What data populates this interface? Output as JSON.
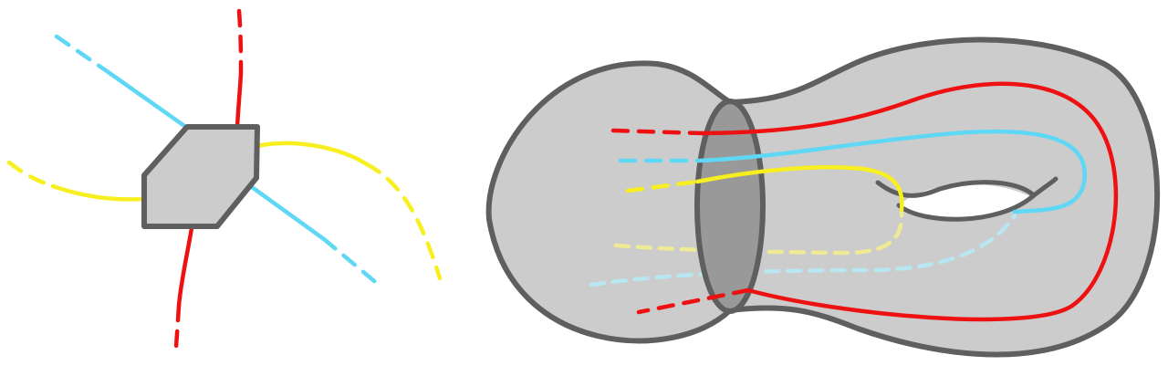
{
  "colors": {
    "red": "#ee1111",
    "cyan": "#5fd8f5",
    "yellow": "#f7ef1f",
    "surface_fill": "#cccccc",
    "outline": "#5f5f5f",
    "cut_fill": "#999999",
    "background": "#ffffff"
  },
  "panels": [
    {
      "name": "local-junction",
      "elements": [
        "hexagonal-block",
        "red-strand",
        "cyan-strand",
        "yellow-strand"
      ]
    },
    {
      "name": "genus-one-surface",
      "elements": [
        "surface-body",
        "handle-hole",
        "boundary-cut",
        "red-strand",
        "cyan-strand",
        "yellow-strand"
      ]
    }
  ]
}
